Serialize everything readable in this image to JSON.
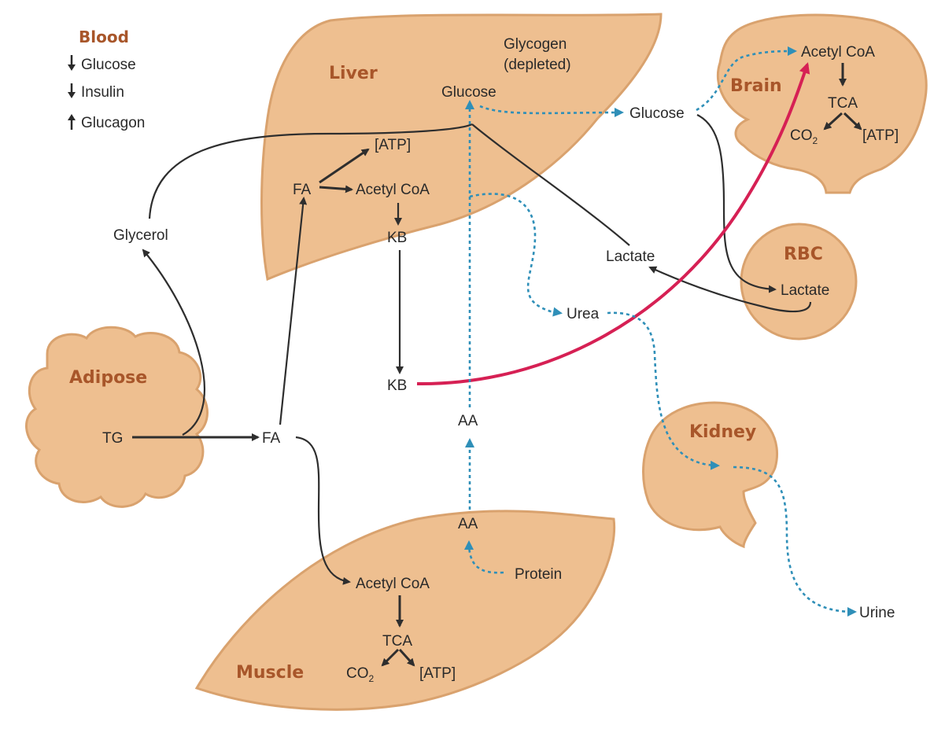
{
  "legend": {
    "title": "Blood",
    "items": [
      {
        "label": "Glucose",
        "direction": "down"
      },
      {
        "label": "Insulin",
        "direction": "down"
      },
      {
        "label": "Glucagon",
        "direction": "up"
      }
    ]
  },
  "organs": {
    "liver": "Liver",
    "brain": "Brain",
    "rbc": "RBC",
    "adipose": "Adipose",
    "kidney": "Kidney",
    "muscle": "Muscle"
  },
  "liver": {
    "glycogen_line1": "Glycogen",
    "glycogen_line2": "(depleted)",
    "glucose": "Glucose",
    "atp": "[ATP]",
    "fa": "FA",
    "acetyl_coa": "Acetyl CoA",
    "kb": "KB"
  },
  "brain": {
    "glucose": "Glucose",
    "acetyl_coa": "Acetyl CoA",
    "tca": "TCA",
    "co2": "CO",
    "co2_sub": "2",
    "atp": "[ATP]"
  },
  "rbc": {
    "lactate": "Lactate"
  },
  "blood_pathway": {
    "lactate": "Lactate",
    "glycerol": "Glycerol",
    "urea": "Urea",
    "kb": "KB",
    "aa_upper": "AA",
    "fa": "FA"
  },
  "adipose": {
    "tg": "TG"
  },
  "muscle": {
    "aa": "AA",
    "protein": "Protein",
    "acetyl_coa": "Acetyl CoA",
    "tca": "TCA",
    "co2": "CO",
    "co2_sub": "2",
    "atp": "[ATP]"
  },
  "kidney": {
    "urine": "Urine"
  },
  "colors": {
    "organ_fill": "#eebf90",
    "organ_label": "#a8562a",
    "blue_dashed": "#2f8fb8",
    "red_arrow": "#d62054",
    "black_arrow": "#2e2e2e"
  }
}
